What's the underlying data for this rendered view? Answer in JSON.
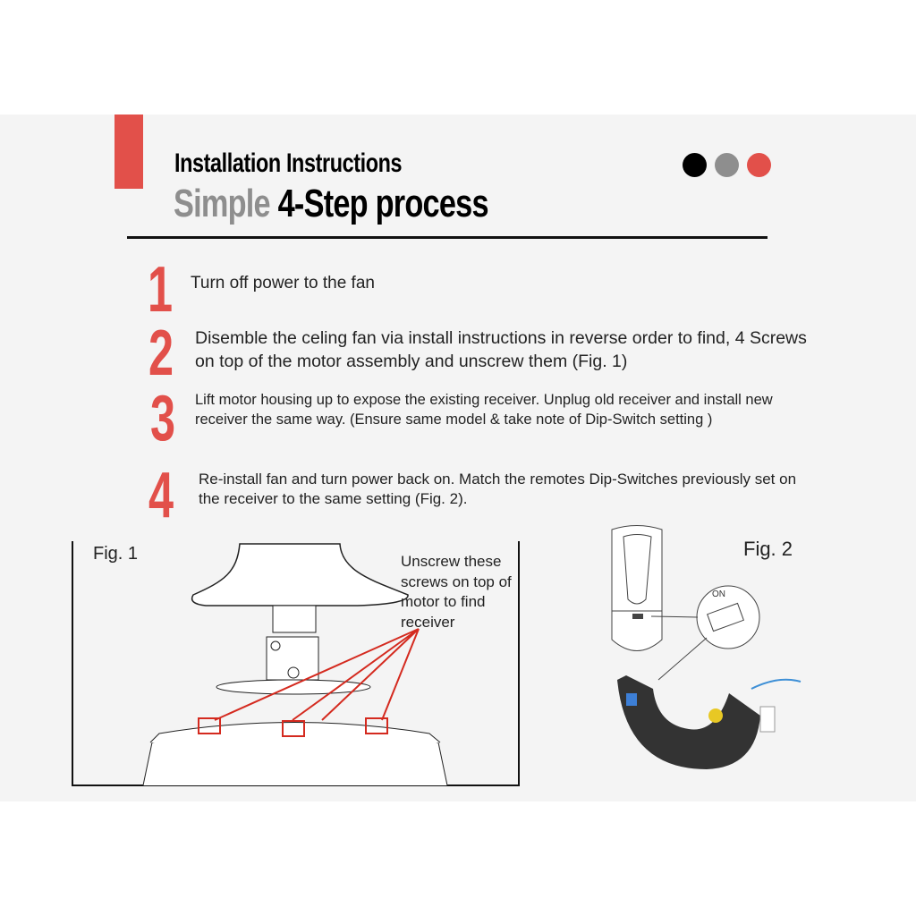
{
  "header": {
    "title": "Installation Instructions",
    "subtitle_gray": "Simple",
    "subtitle_black": "4-Step process",
    "dots": [
      "#000000",
      "#8e8e8e",
      "#e2504a"
    ],
    "accent": "#e2504a"
  },
  "steps": [
    {
      "number": "1",
      "text": "Turn off power to the fan"
    },
    {
      "number": "2",
      "text": "Disemble the celing fan via install instructions in reverse order to find, 4 Screws on top of the motor assembly and unscrew them (Fig. 1)"
    },
    {
      "number": "3",
      "text": "Lift motor housing up to expose the existing receiver. Unplug old receiver and install new receiver the same way. (Ensure same model & take note of Dip-Switch setting )"
    },
    {
      "number": "4",
      "text": "Re-install fan and turn power back on. Match the remotes Dip-Switches previously set on the receiver to the same setting (Fig. 2)."
    }
  ],
  "fig1": {
    "label": "Fig. 1",
    "callout": "Unscrew these screws on top of motor to find receiver"
  },
  "fig2": {
    "label": "Fig. 2",
    "switch_label": "ON"
  }
}
